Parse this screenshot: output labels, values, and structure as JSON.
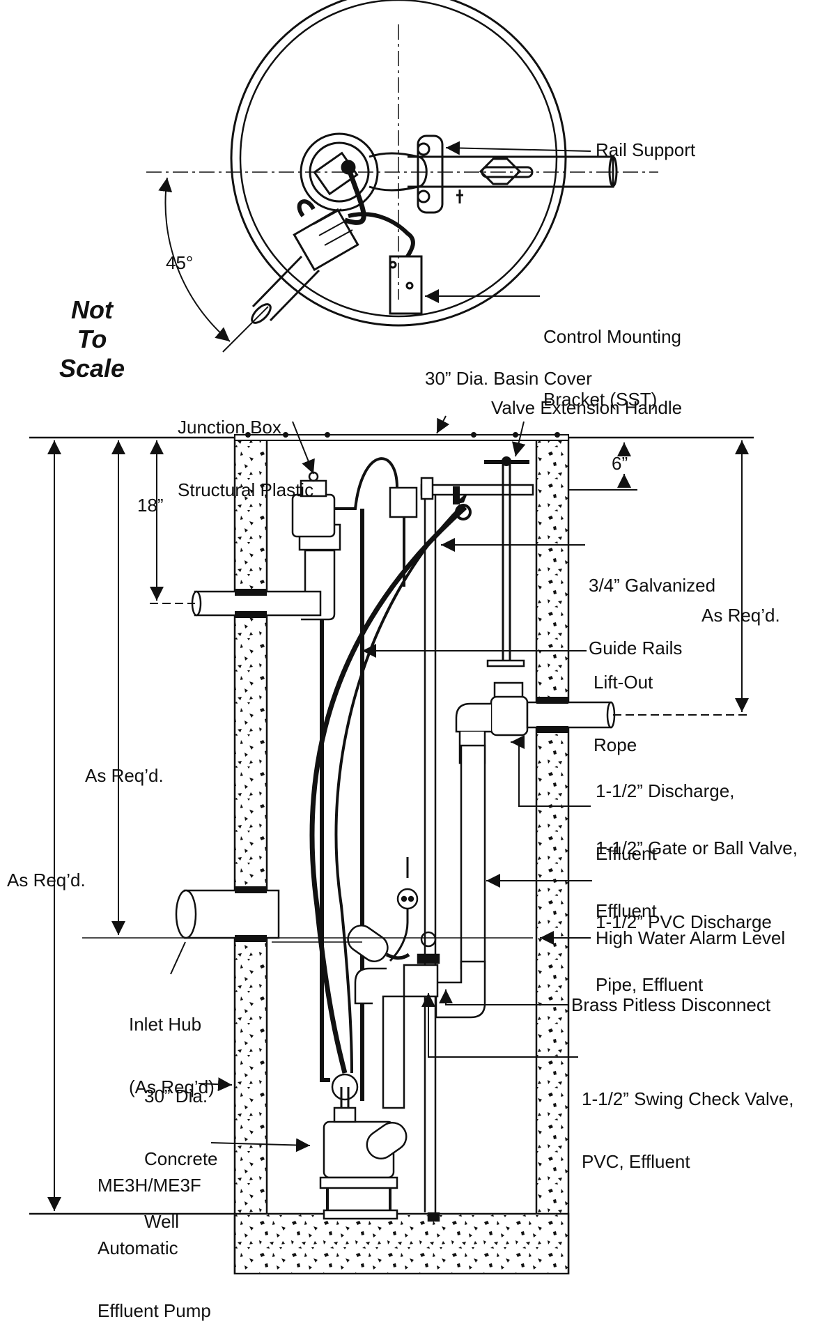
{
  "diagram": {
    "not_to_scale": [
      "Not",
      "To",
      "Scale"
    ],
    "top_view": {
      "angle": "45°",
      "rail_support": "Rail Support",
      "control_bracket": [
        "Control Mounting",
        "Bracket (SST)"
      ]
    },
    "section": {
      "junction_box": [
        "Junction Box",
        "Structural Plastic"
      ],
      "basin_cover": "30” Dia. Basin Cover",
      "valve_handle": "Valve Extension Handle",
      "dim_18": "18”",
      "dim_6": "6”",
      "guide_rails": [
        "3/4” Galvanized",
        "Guide Rails"
      ],
      "as_reqd_right": "As Req’d.",
      "lift_out_rope": [
        "Lift-Out",
        "Rope"
      ],
      "discharge": [
        "1-1/2” Discharge,",
        "Effluent"
      ],
      "gate_valve": [
        "1-1/2” Gate or Ball Valve,",
        "Effluent"
      ],
      "as_reqd_mid": "As Req’d.",
      "as_reqd_left": "As Req’d.",
      "pvc_pipe": [
        "1-1/2” PVC Discharge",
        "Pipe, Effluent"
      ],
      "high_water": "High Water Alarm Level",
      "inlet_hub": [
        "Inlet Hub",
        "(As Req’d)"
      ],
      "pitless": "Brass Pitless Disconnect",
      "check_valve": [
        "1-1/2” Swing Check Valve,",
        "PVC, Effluent"
      ],
      "concrete_well": [
        "30” Dia.",
        "Concrete",
        "Well"
      ],
      "pump": [
        "ME3H/ME3F",
        "Automatic",
        "Effluent Pump"
      ]
    }
  }
}
